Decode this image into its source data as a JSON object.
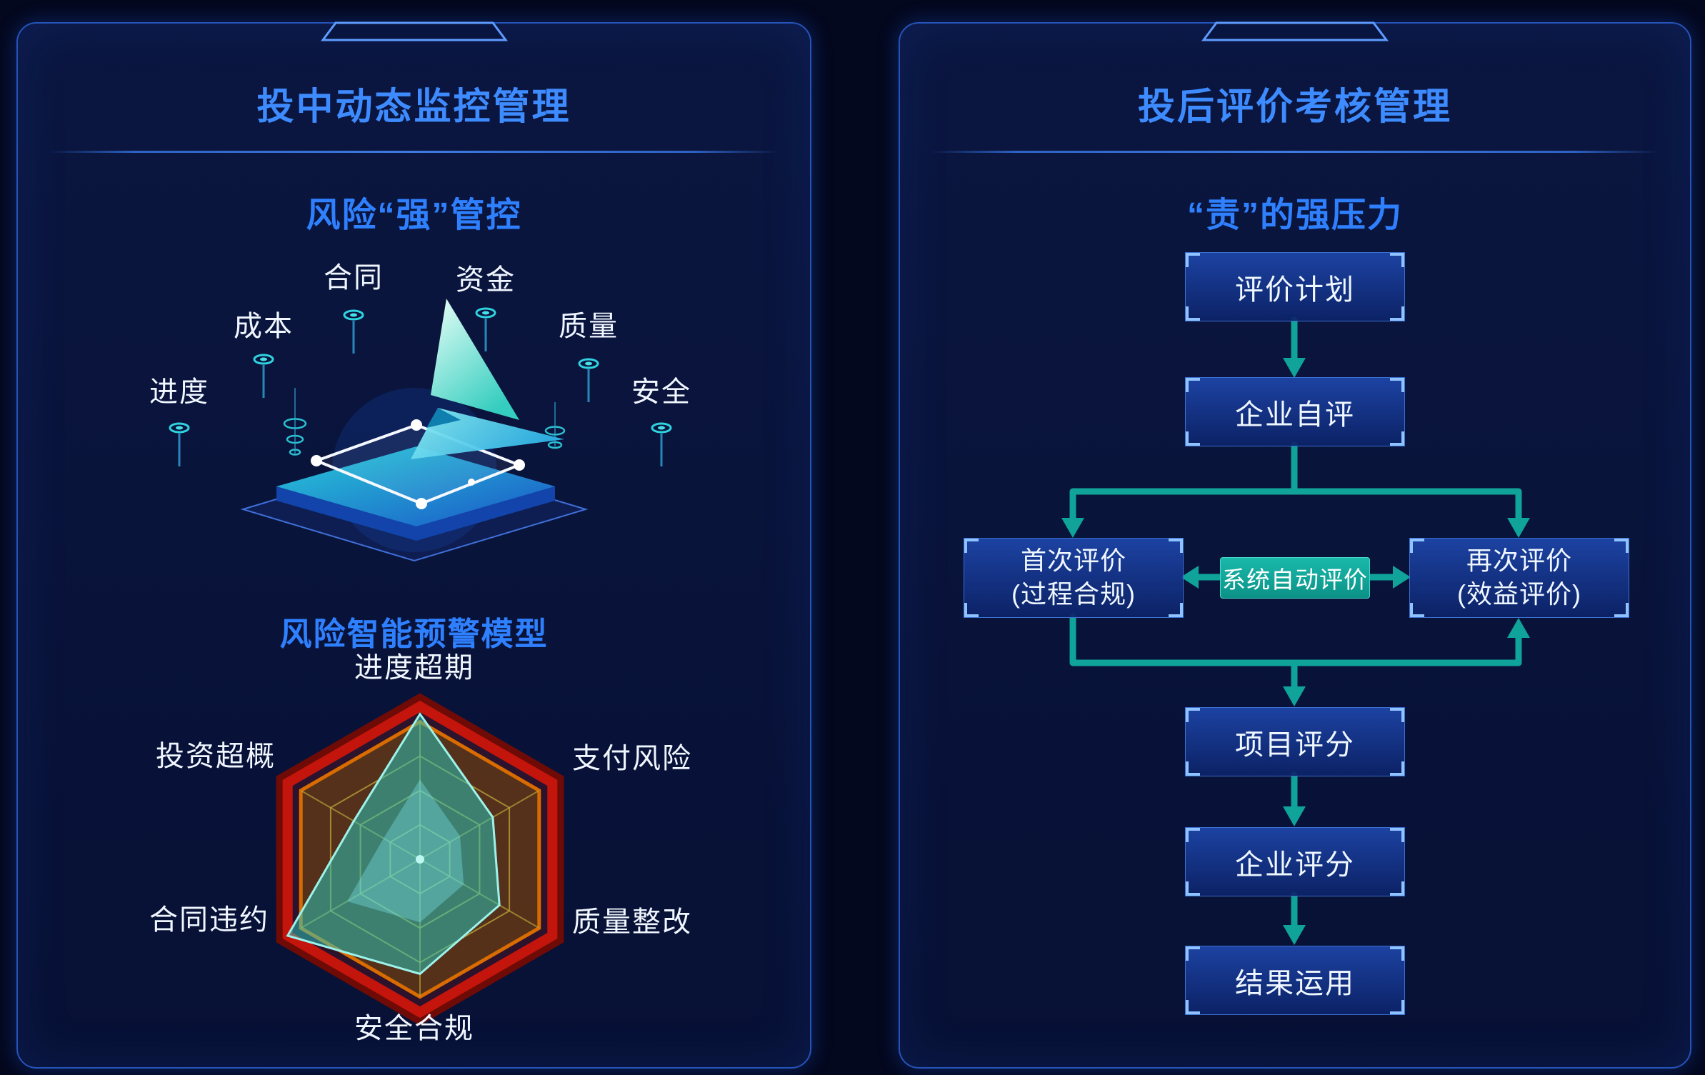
{
  "left_panel": {
    "title": "投中动态监控管理",
    "subtitle": "风险“强”管控",
    "model_title": "风险智能预警模型",
    "risk_dimensions": [
      "合同",
      "资金",
      "成本",
      "质量",
      "进度",
      "安全"
    ]
  },
  "right_panel": {
    "title": "投后评价考核管理",
    "subtitle": "“责”的强压力",
    "flow": {
      "step_plan": "评价计划",
      "step_self": "企业自评",
      "first_eval_line1": "首次评价",
      "first_eval_line2": "(过程合规)",
      "auto_eval": "系统自动评价",
      "re_eval_line1": "再次评价",
      "re_eval_line2": "(效益评价)",
      "step_project_score": "项目评分",
      "step_enterprise_score": "企业评分",
      "step_result": "结果运用"
    }
  },
  "chart_data": {
    "type": "radar",
    "title": "风险智能预警模型",
    "categories": [
      "进度超期",
      "支付风险",
      "质量整改",
      "安全合规",
      "合同违约",
      "投资超概"
    ],
    "values": [
      95,
      55,
      60,
      75,
      100,
      50
    ],
    "max": 100,
    "grid_levels": 3,
    "legend": [],
    "colors": {
      "outer_ring": "#c3150c",
      "inner_ring": "#d96c00",
      "grid": "#9f8f2a",
      "series_fill": "#26d0c6"
    }
  },
  "colors": {
    "background": "#04081e",
    "panel_border": "#2553b8",
    "title_blue": "#3d8bff",
    "subtitle_blue": "#2f80ff",
    "arrow_teal": "#10a39a",
    "box_border": "#3c6fd0"
  }
}
